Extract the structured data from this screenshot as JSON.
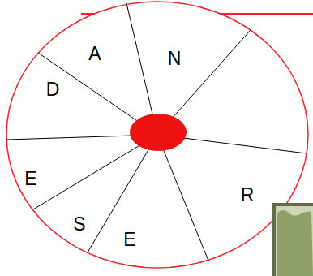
{
  "diagram": {
    "labels": [
      "A",
      "N",
      "R",
      "E",
      "S",
      "E",
      "D"
    ]
  }
}
